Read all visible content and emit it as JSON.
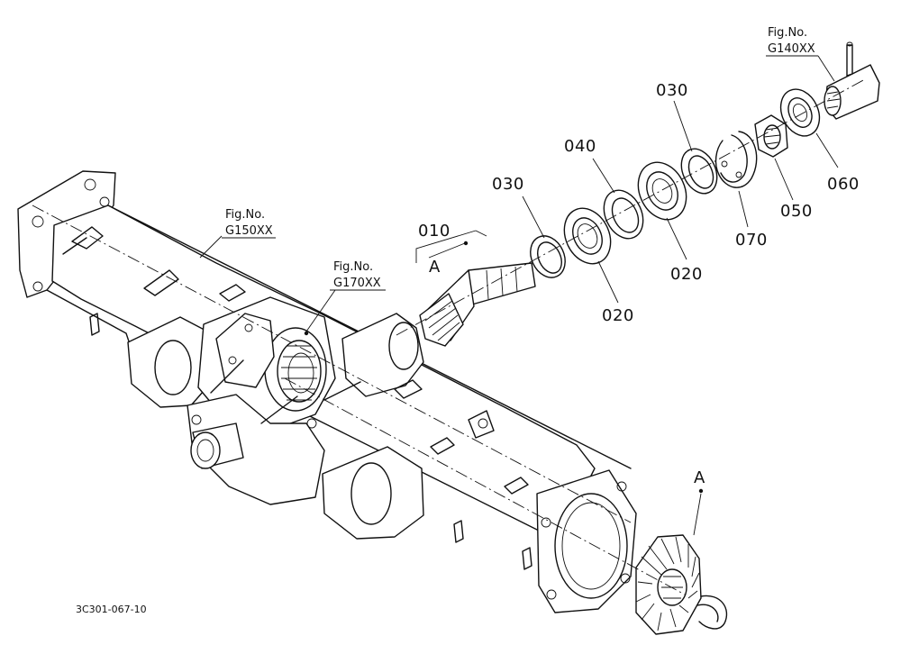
{
  "diagram": {
    "drawing_number": "3C301-067-10",
    "figure_refs": [
      {
        "id": "g140",
        "line1": "Fig.No.",
        "line2": "G140XX"
      },
      {
        "id": "g150",
        "line1": "Fig.No.",
        "line2": "G150XX"
      },
      {
        "id": "g170",
        "line1": "Fig.No.",
        "line2": "G170XX"
      }
    ],
    "assembly_label_a_top": "A",
    "assembly_label_a_bottom": "A",
    "part_labels": {
      "p010": "010",
      "p020a": "020",
      "p020b": "020",
      "p030a": "030",
      "p030b": "030",
      "p040": "040",
      "p050": "050",
      "p060": "060",
      "p070": "070"
    }
  }
}
